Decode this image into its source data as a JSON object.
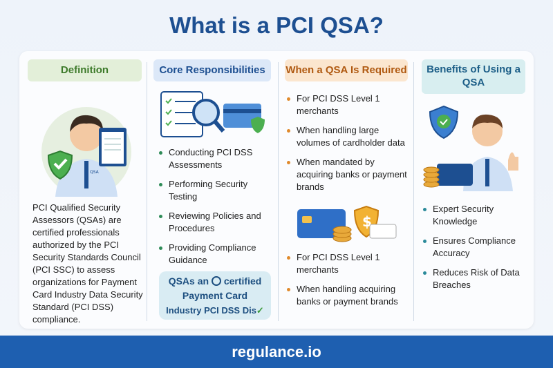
{
  "title": "What is a PCI QSA?",
  "columns": [
    {
      "header": "Definition",
      "color": "#e3efd9",
      "text_color": "#3d7a2a",
      "text": "PCI Qualified Security Assessors (QSAs) are certified professionals authorized by the PCI Security Standards Council (PCI SSC) to assess organizations for Payment Card Industry Data Security Standard (PCI DSS) compliance."
    },
    {
      "header": "Core Responsibilities",
      "color": "#dce8f8",
      "text_color": "#1d4f91",
      "items": [
        "Conducting PCI DSS Assessments",
        "Performing Security Testing",
        "Reviewing Policies and Procedures",
        "Providing Compliance Guidance"
      ],
      "note": {
        "line1": "QSAs an",
        "line1b": "certified",
        "line2": "Payment Card",
        "line3": "Industry PCI DSS Dis"
      }
    },
    {
      "header": "When a QSA Is Required",
      "color": "#fbe6cf",
      "text_color": "#b05a12",
      "items": [
        "For PCI DSS Level 1 merchants",
        "When handling large volumes of cardholder data",
        "When mandated by acquiring banks or payment brands"
      ],
      "items2": [
        "For PCI DSS Level 1 merchants",
        "When handling acquiring banks or payment brands"
      ]
    },
    {
      "header": "Benefits of Using a QSA",
      "color": "#d8eef0",
      "text_color": "#1d5f88",
      "items": [
        "Expert Security Knowledge",
        "Ensures Compliance Accuracy",
        "Reduces Risk of Data Breaches"
      ]
    }
  ],
  "footer": "regulance.io",
  "badge_label": "QSA"
}
